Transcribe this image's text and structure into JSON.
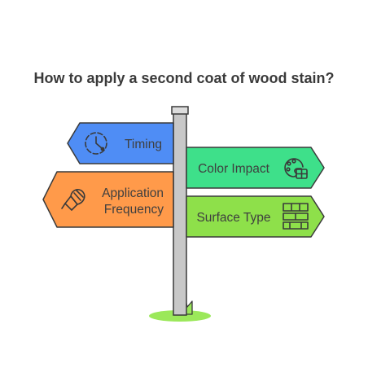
{
  "title": "How to apply a second coat of wood stain?",
  "signs": [
    {
      "label_lines": [
        "Timing"
      ],
      "icon": "clock-icon",
      "color": "#4f8df5",
      "direction": "left"
    },
    {
      "label_lines": [
        "Color Impact"
      ],
      "icon": "palette-icon",
      "color": "#3ee08a",
      "direction": "right"
    },
    {
      "label_lines": [
        "Application",
        "Frequency"
      ],
      "icon": "brush-icon",
      "color": "#ff9a4a",
      "direction": "left"
    },
    {
      "label_lines": [
        "Surface Type"
      ],
      "icon": "bricks-icon",
      "color": "#8ee04a",
      "direction": "right"
    }
  ],
  "colors": {
    "pole": "#c8c8c8",
    "outline": "#3a3a3a",
    "grass": "#9be85a",
    "text": "#3f3f3f"
  }
}
